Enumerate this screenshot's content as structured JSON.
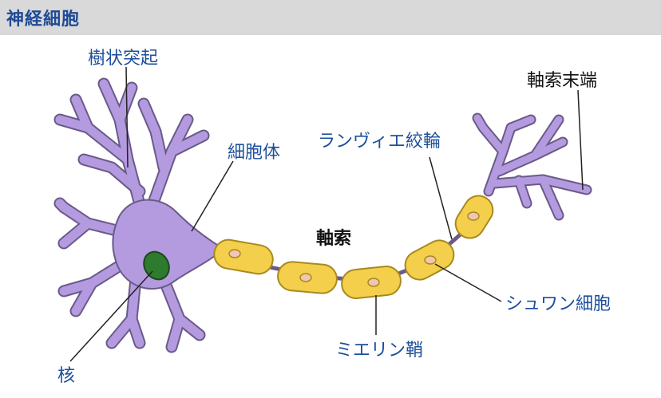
{
  "header": {
    "title": "神経細胞"
  },
  "labels": {
    "dendrite": "樹状突起",
    "cell_body": "細胞体",
    "axon": "軸索",
    "node_of_ranvier": "ランヴィエ絞輪",
    "axon_terminal": "軸索末端",
    "schwann_cell": "シュワン細胞",
    "myelin_sheath": "ミエリン鞘",
    "nucleus": "核"
  },
  "colors": {
    "header_bg": "#d9d9d9",
    "header_text": "#1f4a96",
    "label_blue": "#1d4f9c",
    "neuron_fill": "#b49be0",
    "neuron_stroke": "#6a5a8a",
    "nucleus_fill": "#2e7a2e",
    "myelin_fill": "#f3cf4c",
    "myelin_stroke": "#a88a1c",
    "schwann_nucleus": "#f2c6b4"
  }
}
